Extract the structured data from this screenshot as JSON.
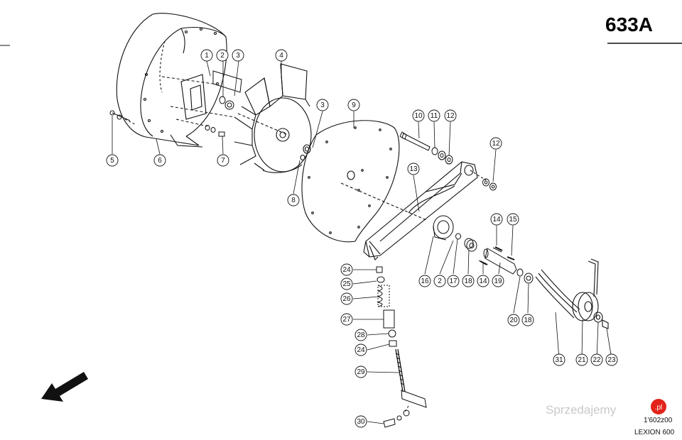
{
  "page_number": "633A",
  "drawing_code": "1'602z00",
  "model": "LEXION 600",
  "watermark": {
    "text": "Sprzedajemy",
    "badge": ".pl"
  },
  "callouts": [
    "1",
    "2",
    "3",
    "4",
    "5",
    "6",
    "7",
    "3",
    "9",
    "10",
    "11",
    "12",
    "12",
    "8",
    "13",
    "14",
    "15",
    "16",
    "2",
    "17",
    "18",
    "14",
    "19",
    "20",
    "18",
    "24",
    "25",
    "26",
    "27",
    "28",
    "24",
    "29",
    "30",
    "31",
    "21",
    "22",
    "23"
  ],
  "colors": {
    "line": "#111111",
    "watermark": "#c9c9c9",
    "badge": "#e2231a"
  },
  "icons": {
    "direction_arrow": "arrow-down-left-icon"
  }
}
